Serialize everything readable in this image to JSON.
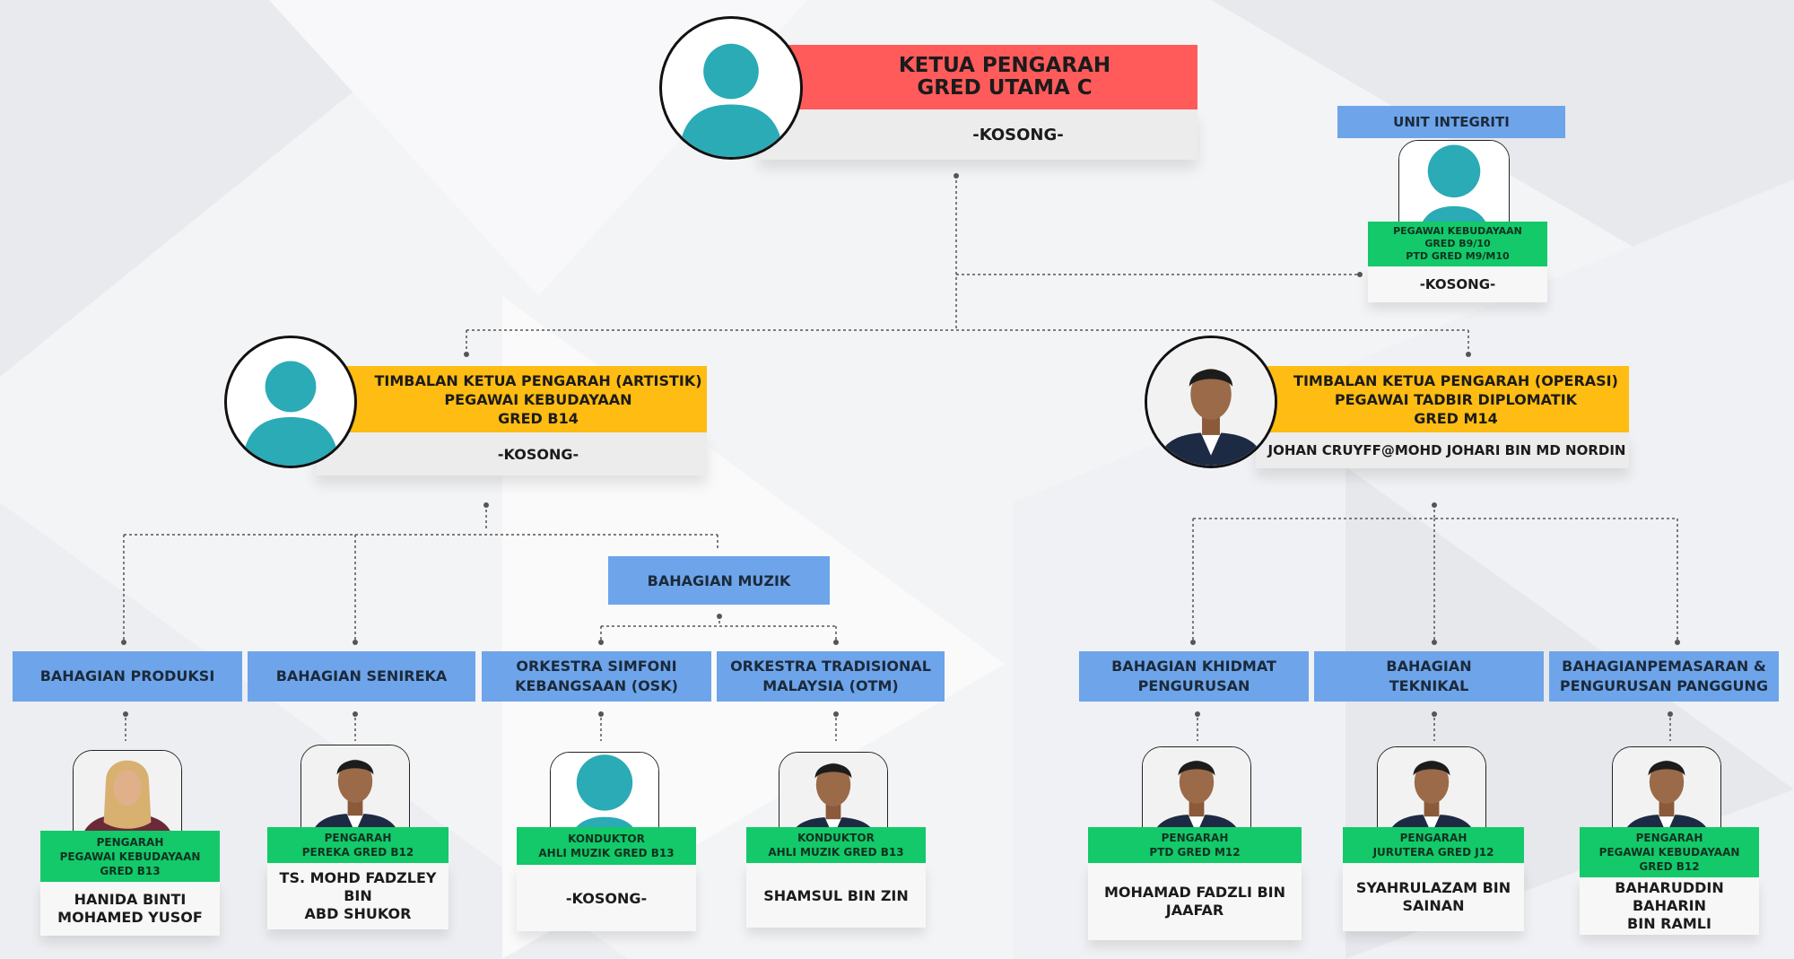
{
  "colors": {
    "head_bar": "#ff5b5b",
    "deputy_bar": "#ffbc12",
    "division_box": "#6ea4ea",
    "position_box": "#13c96a",
    "name_box": "#ececec",
    "avatar_placeholder": "#2aabb5"
  },
  "head": {
    "title": "KETUA PENGARAH\nGRED UTAMA C",
    "name": "-KOSONG-",
    "photo": "placeholder-avatar-icon"
  },
  "integrity": {
    "unit": "UNIT INTEGRITI",
    "position": "PEGAWAI KEBUDAYAAN\nGRED B9/10\nPTD GRED M9/M10",
    "name": "-KOSONG-",
    "photo": "placeholder-avatar-icon"
  },
  "deputy_artistic": {
    "title": "TIMBALAN KETUA PENGARAH (ARTISTIK)\nPEGAWAI KEBUDAYAAN\nGRED B14",
    "name": "-KOSONG-",
    "photo": "placeholder-avatar-icon"
  },
  "deputy_operations": {
    "title": "TIMBALAN KETUA PENGARAH (OPERASI)\nPEGAWAI TADBIR DIPLOMATIK\nGRED M14",
    "name": "JOHAN CRUYFF@MOHD JOHARI BIN MD NORDIN",
    "photo": "person-portrait-icon"
  },
  "music_division": "BAHAGIAN MUZIK",
  "divisions": [
    {
      "name": "BAHAGIAN PRODUKSI",
      "position": "PENGARAH\nPEGAWAI KEBUDAYAAN\nGRED B13",
      "person": "HANIDA BINTI\nMOHAMED YUSOF",
      "photo": "person-portrait-icon"
    },
    {
      "name": "BAHAGIAN SENIREKA",
      "position": "PENGARAH\nPEREKA GRED B12",
      "person": "TS. MOHD FADZLEY BIN\nABD SHUKOR",
      "photo": "person-portrait-icon"
    },
    {
      "name": "ORKESTRA SIMFONI\nKEBANGSAAN (OSK)",
      "position": "KONDUKTOR\nAHLI MUZIK GRED B13",
      "person": "-KOSONG-",
      "photo": "placeholder-avatar-icon"
    },
    {
      "name": "ORKESTRA TRADISIONAL\nMALAYSIA (OTM)",
      "position": "KONDUKTOR\nAHLI MUZIK GRED B13",
      "person": "SHAMSUL BIN ZIN",
      "photo": "person-portrait-icon"
    },
    {
      "name": "BAHAGIAN KHIDMAT\nPENGURUSAN",
      "position": "PENGARAH\nPTD GRED M12",
      "person": "MOHAMAD FADZLI BIN\nJAAFAR",
      "photo": "person-portrait-icon"
    },
    {
      "name": "BAHAGIAN\nTEKNIKAL",
      "position": "PENGARAH\nJURUTERA GRED J12",
      "person": "SYAHRULAZAM BIN\nSAINAN",
      "photo": "person-portrait-icon"
    },
    {
      "name": "BAHAGIANPEMASARAN &\nPENGURUSAN PANGGUNG",
      "position": "PENGARAH\nPEGAWAI KEBUDAYAAN\nGRED B12",
      "person": "BAHARUDDIN BAHARIN\nBIN RAMLI",
      "photo": "person-portrait-icon"
    }
  ]
}
